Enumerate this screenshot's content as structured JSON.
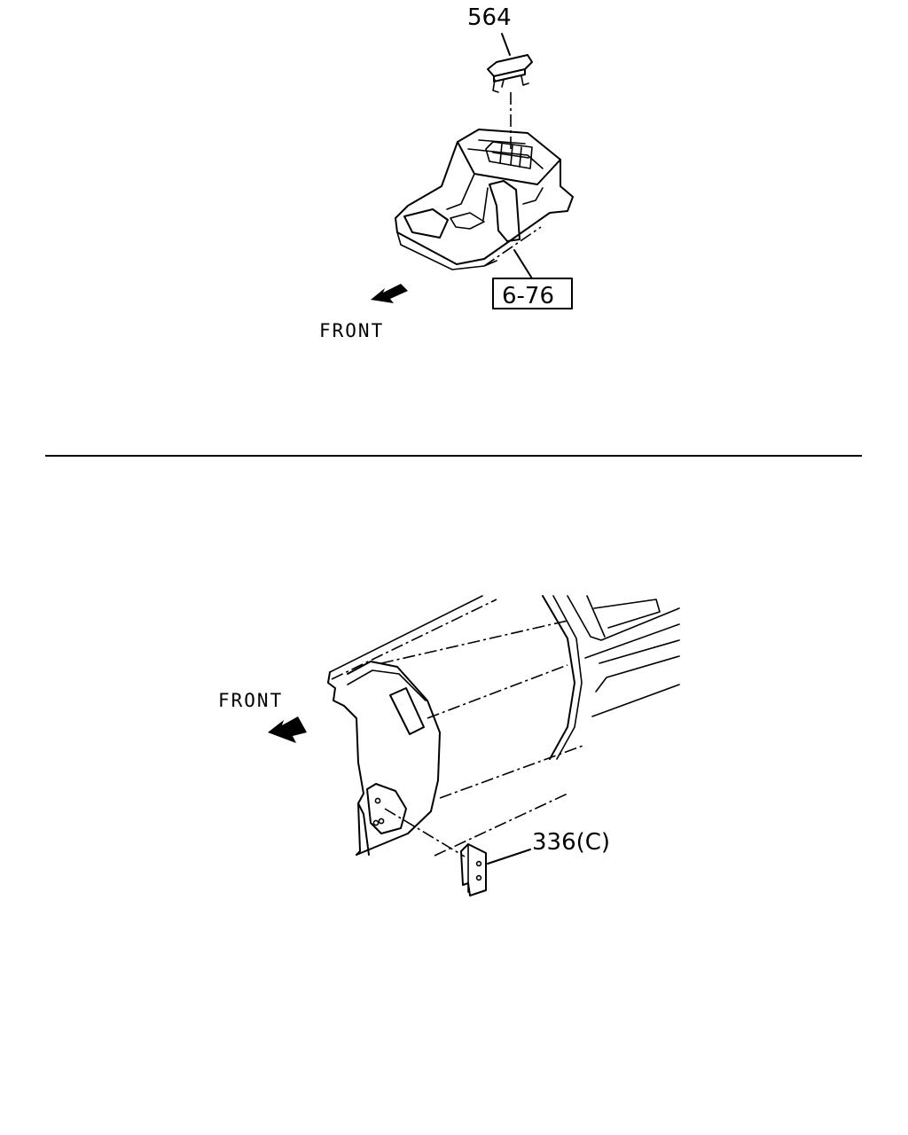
{
  "top_view": {
    "part_label": "564",
    "ref_label": "6-76",
    "direction_label": "FRONT"
  },
  "bottom_view": {
    "direction_label": "FRONT",
    "part_label": "336(C)"
  }
}
